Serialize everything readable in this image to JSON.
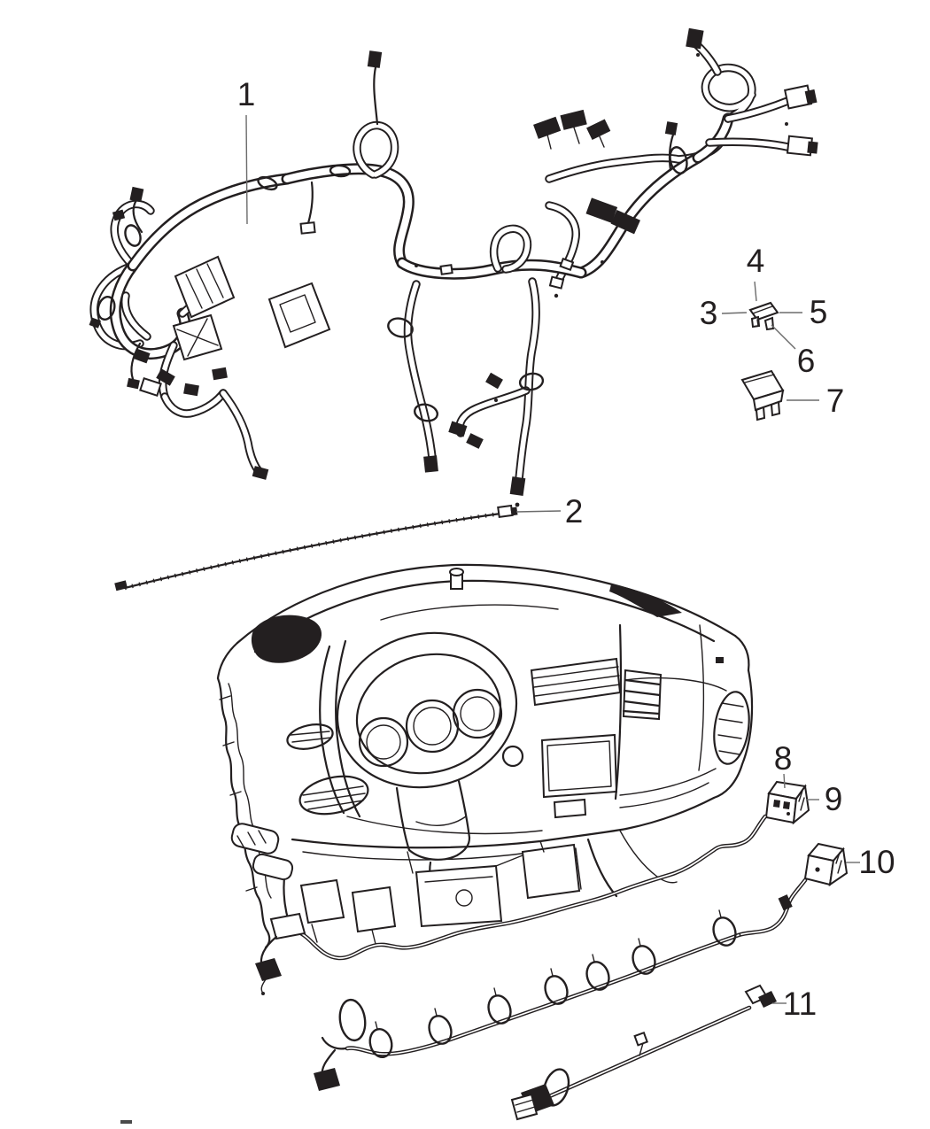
{
  "figure": {
    "background_color": "#ffffff",
    "line_color": "#231f20",
    "leader_color": "#6b6b6b"
  },
  "callouts": [
    {
      "label": "1"
    },
    {
      "label": "2"
    },
    {
      "label": "3"
    },
    {
      "label": "4"
    },
    {
      "label": "5"
    },
    {
      "label": "6"
    },
    {
      "label": "7"
    },
    {
      "label": "8"
    },
    {
      "label": "9"
    },
    {
      "label": "10"
    },
    {
      "label": "11"
    }
  ]
}
